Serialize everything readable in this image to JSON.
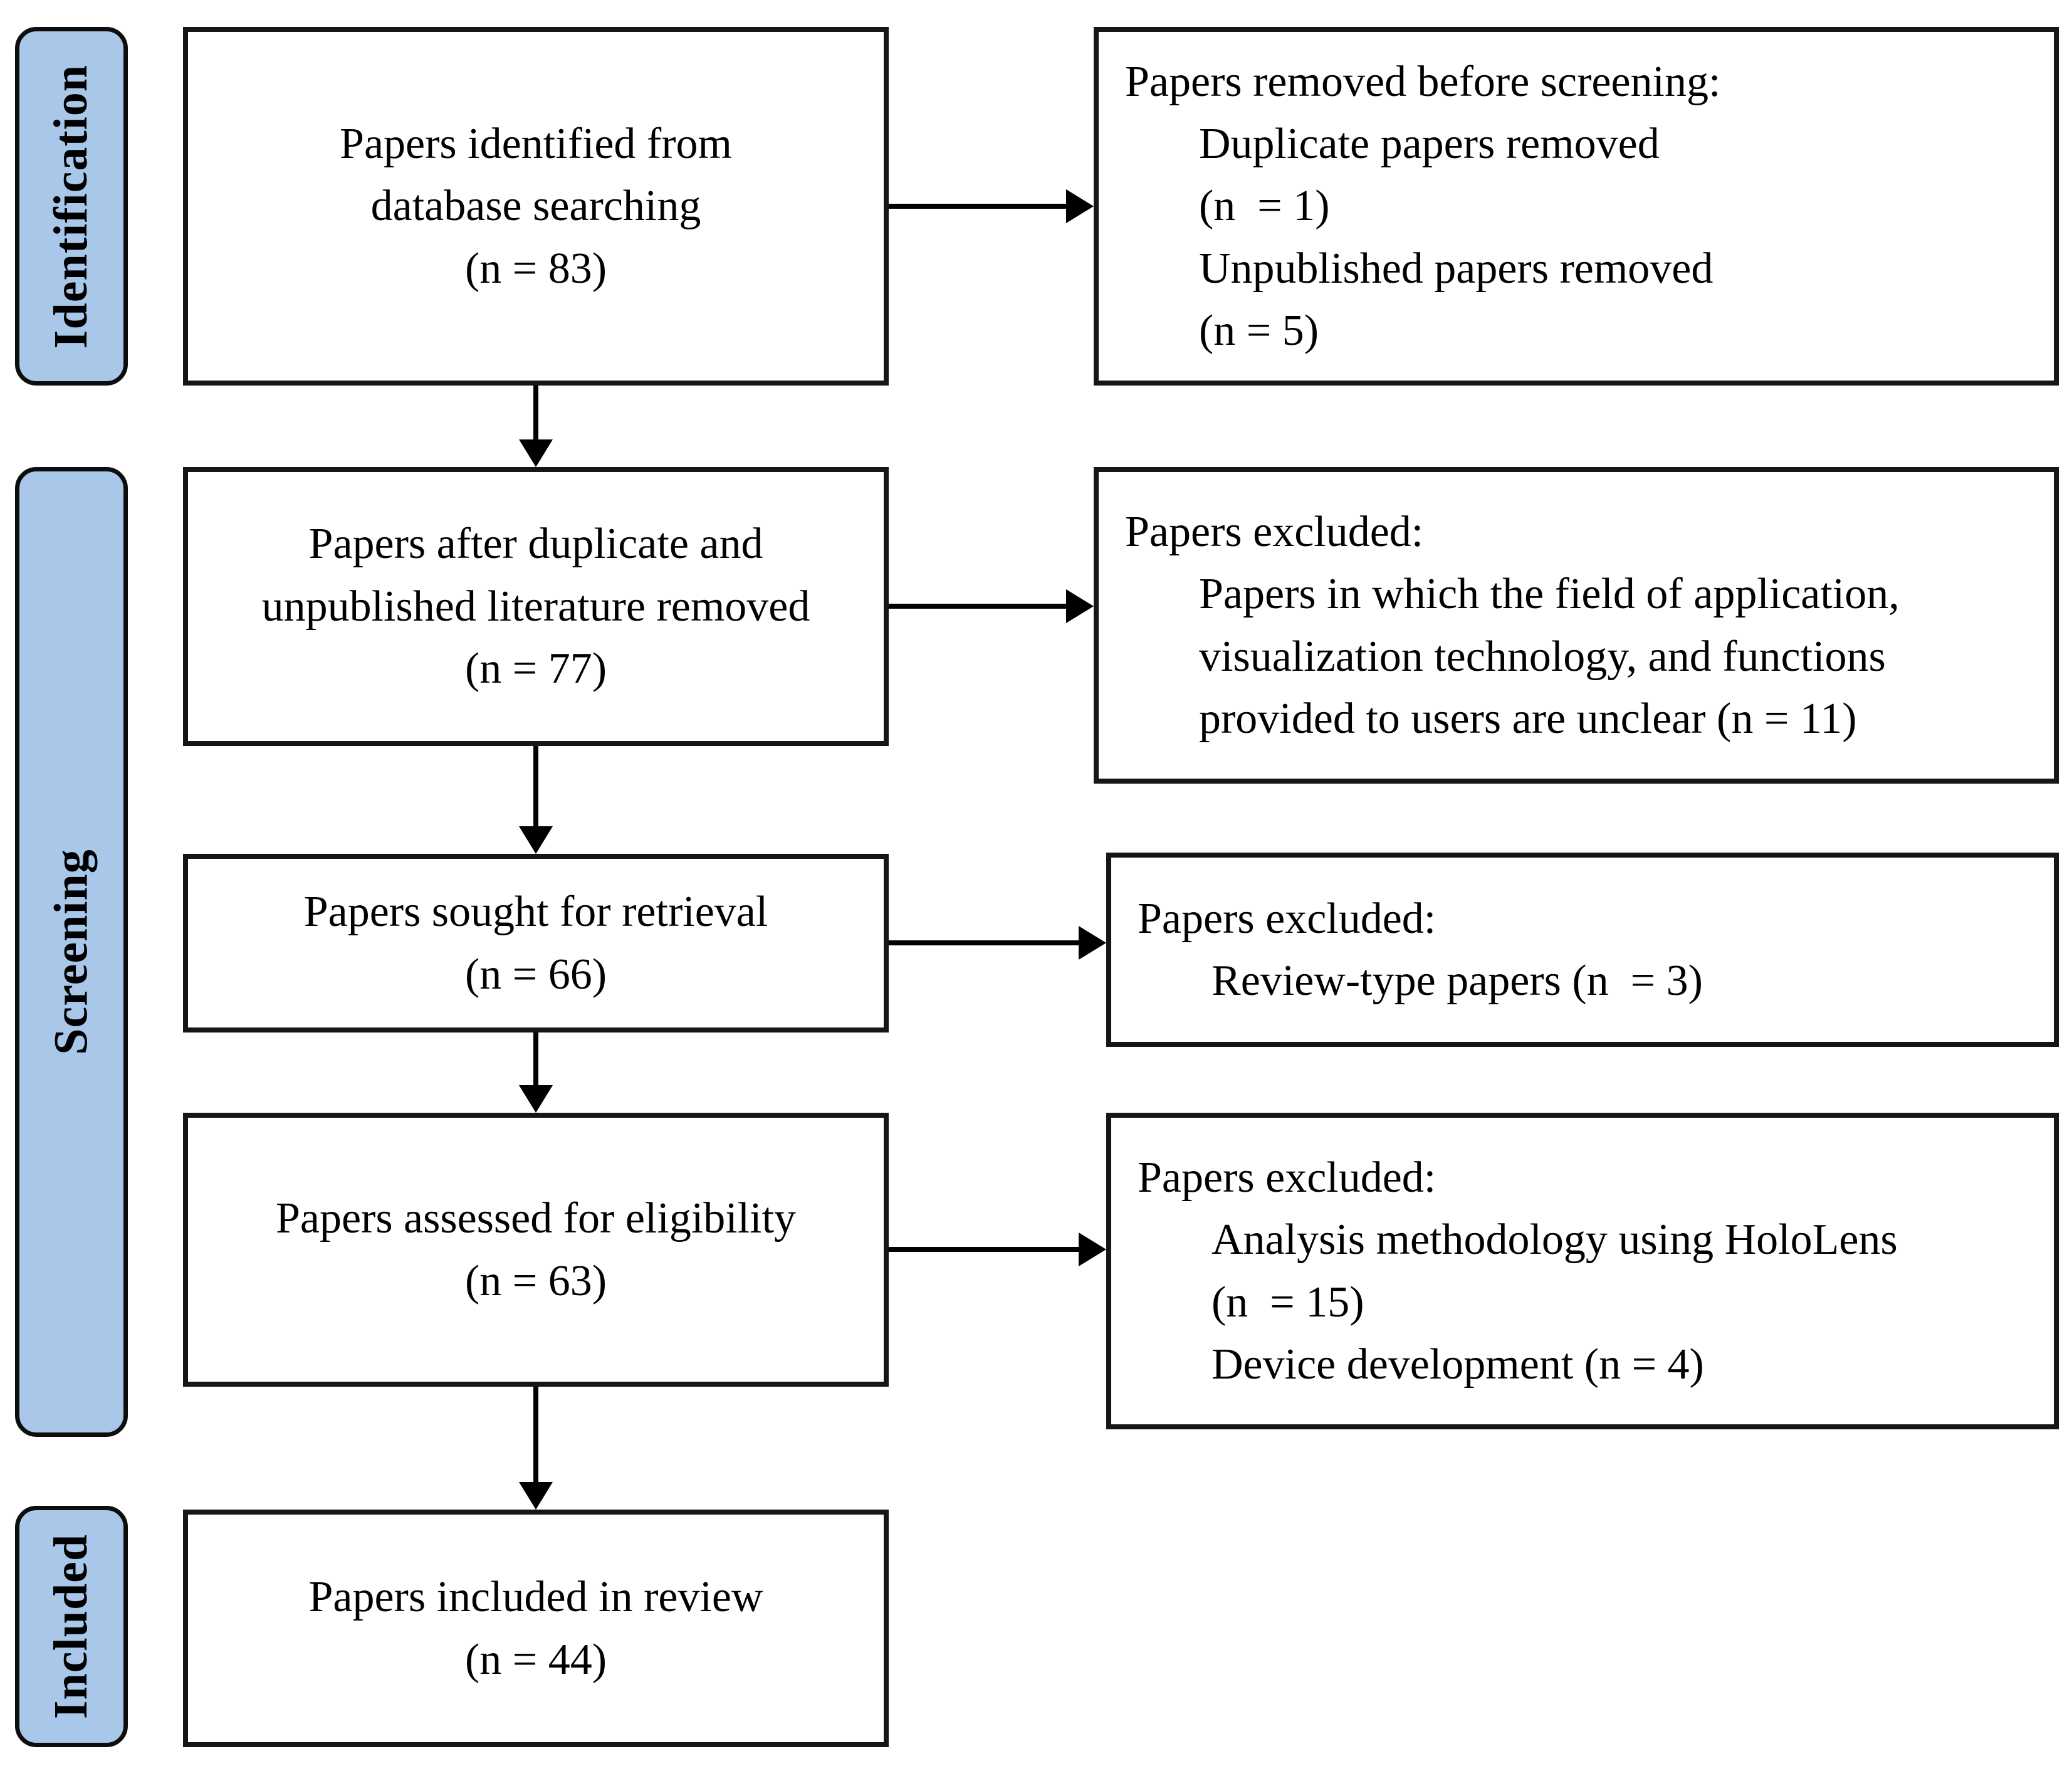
{
  "diagram": {
    "stages": {
      "identification": "Identification",
      "screening": "Screening",
      "included": "Included"
    },
    "boxes": {
      "identified": {
        "lines": [
          "Papers identified from",
          "database searching",
          "(n = 83)"
        ]
      },
      "removed_before_screening": {
        "title": "Papers removed before screening:",
        "items": [
          "Duplicate papers removed",
          "(n  = 1)",
          "Unpublished papers removed",
          "(n = 5)"
        ]
      },
      "after_duplicates": {
        "lines": [
          "Papers after duplicate and",
          "unpublished literature removed",
          "(n = 77)"
        ]
      },
      "excluded_screening": {
        "title": "Papers excluded:",
        "items": [
          "Papers in which the field of application,",
          "visualization technology, and functions",
          "provided to users are unclear (n = 11)"
        ]
      },
      "sought": {
        "lines": [
          "Papers sought for retrieval",
          "(n = 66)"
        ]
      },
      "excluded_retrieval": {
        "title": "Papers excluded:",
        "items": [
          "Review-type papers (n  = 3)"
        ]
      },
      "assessed": {
        "lines": [
          "Papers assessed for eligibility",
          "(n = 63)"
        ]
      },
      "excluded_eligibility": {
        "title": "Papers excluded:",
        "items": [
          "Analysis methodology using HoloLens",
          "(n  = 15)",
          "Device development (n = 4)"
        ]
      },
      "included_review": {
        "lines": [
          "Papers included in review",
          "(n = 44)"
        ]
      }
    },
    "colors": {
      "stage_fill": "#A9C7E9",
      "stage_border": "#0D0D0D",
      "box_border": "#161616",
      "arrow": "#000000",
      "background": "#FFFFFF",
      "text": "#000000"
    }
  }
}
